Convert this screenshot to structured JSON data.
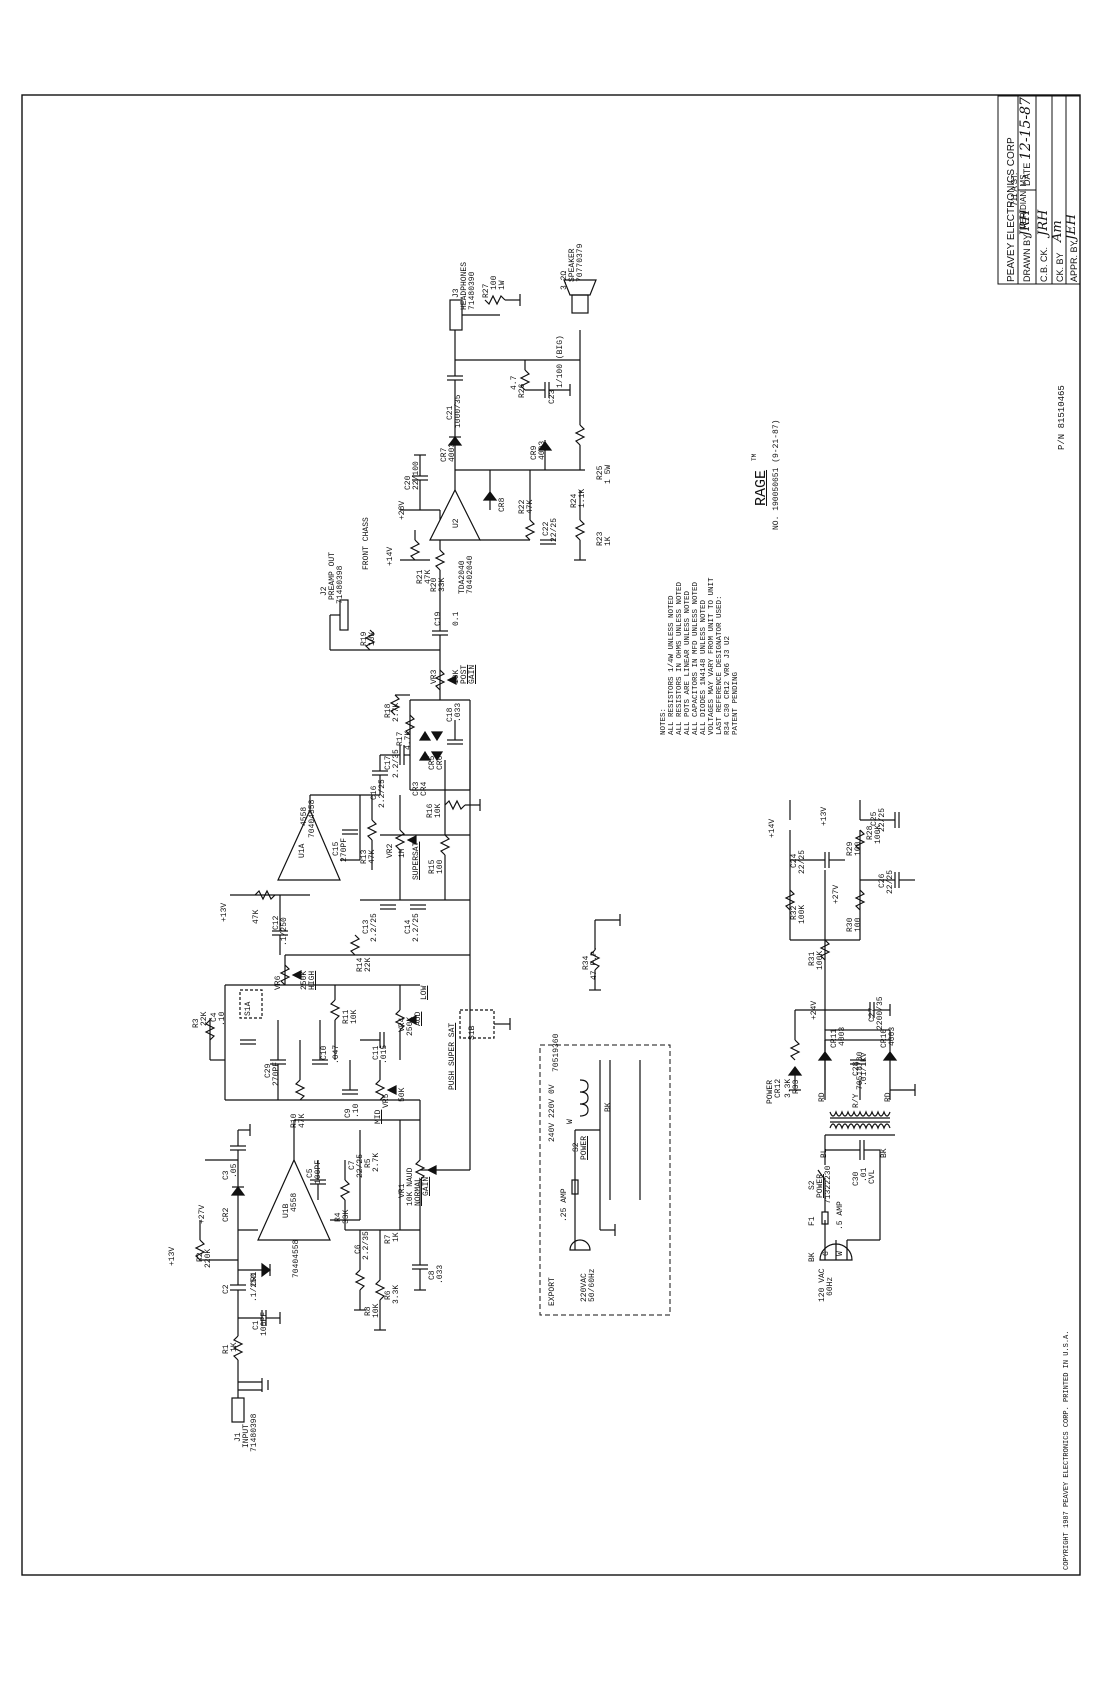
{
  "title_block": {
    "company": "PEAVEY ELECTRONICS CORP",
    "address1": "711 A ST.",
    "address2": "MERIDIAN, MS",
    "drawn_by_label": "DRAWN BY",
    "drawn_by": "JRH",
    "date_label": "DATE",
    "date": "12-15-87",
    "cb_ck_label": "C.B. CK.",
    "cb_ck": "JRH",
    "ck_by_label": "CK. BY",
    "ck_by": "Am",
    "appr_by_label": "APPR. BY",
    "appr_by": "JEH"
  },
  "pn": "P/N 81510465",
  "product": {
    "name": "RAGE",
    "tm": "TM",
    "sub": "NO. 190050651  (9-21-87)"
  },
  "copyright": "COPYRIGHT 1987 PEAVEY ELECTRONICS CORP. PRINTED IN U.S.A.",
  "notes": [
    "NOTES:",
    "ALL RESISTORS 1/4W UNLESS NOTED",
    "ALL RESISTORS IN OHMS UNLESS NOTED",
    "ALL POTS ARE LINEAR UNLESS NOTED",
    "ALL CAPACITORS IN MFD UNLESS NOTED",
    "ALL DIODES 1N4148 UNLESS NOTED",
    "VOLTAGES MAY VARY FROM UNIT TO UNIT",
    "LAST REFERENCE DESIGNATOR USED:",
    "R34  C30  CR12  VR6  J3  U2",
    "PATENT PENDING"
  ],
  "labels": {
    "j1": "J1",
    "j1_name": "INPUT",
    "j1_pn": "71480398",
    "r1": "R1",
    "r1_val": "1K",
    "c1": "C1",
    "c1_val": "100PF",
    "c2": "C2",
    "c2_val": ".1/250",
    "cr1": "CR1",
    "r2": "R2",
    "r2_val": "220K",
    "p13v_a": "+13V",
    "c3": "C3",
    "c3_val": ".05",
    "p27v_a": "+27V",
    "cr2": "CR2",
    "u1b": "U1B",
    "u1b_pn": "4558",
    "u1_pn": "70404558",
    "c5": "C5",
    "c5_val": "100PF",
    "r4": "R4",
    "r4_val": "33K",
    "c6": "C6",
    "c6_val": "2.2/35",
    "c7": "C7",
    "c7_val": "22/25",
    "r5": "R5",
    "r5_val": "2.7K",
    "r6": "R6",
    "r6_val": "3.3K",
    "r7": "R7",
    "r7_val": "1K",
    "vr1": "VR1",
    "vr1_val": "10K NAUD",
    "vr1_name": "NORMAL",
    "vr1_name2": "GAIN",
    "r8": "R8",
    "r8_val": "10K",
    "c8": "C8",
    "c8_val": ".033",
    "r3": "R3",
    "r3_val": "22K",
    "c4": "C4",
    "c4_val": ".10",
    "s1a": "S1A",
    "c29": "C29",
    "c29_val": "270PF",
    "r10": "R10",
    "r10_val": "47K",
    "c10": "C10",
    "c10_val": ".047",
    "c9": "C9",
    "c9_val": ".10",
    "vr5": "VR5",
    "vr5_val": "50K",
    "vr5_name": "MID",
    "vr6": "VR6",
    "vr6_val": "250K",
    "vr6_name": "HIGH",
    "r11": "R11",
    "r11_val": "10K",
    "c11": "C11",
    "c11_val": ".015",
    "vr4": "VR4",
    "vr4_val": "250K",
    "vr4_name": "AUD",
    "vr4_low": "LOW",
    "switch_name": "PUSH SUPER SAT",
    "s1b": "S1B",
    "r14": "R14",
    "r14_val": "22K",
    "c12": "C12",
    "c12_val": ".1/250",
    "r12": "47K",
    "p13v_b": "+13V",
    "u1a": "U1A",
    "u1a_pn": "4558",
    "u1a_pn2": "70404558",
    "c15": "C15",
    "c15_val": "270PF",
    "r13": "R13",
    "r13_val": "47K",
    "vr2": "VR2",
    "vr2_val": "1M",
    "vr2_name": "SUPERSAT",
    "c13": "C13",
    "c13_val": "2.2/25",
    "c14": "C14",
    "c14_val": "2.2/25",
    "r15": "R15",
    "r15_val": "100",
    "c16": "C16",
    "c16_val": "2.2/25",
    "r16": "R16",
    "r16_val": "10K",
    "c17": "C17",
    "c17_val": "2.2/35",
    "r17": "R17",
    "r17_val": "4.7K",
    "r18": "R18",
    "r18_val": "2.7K",
    "cr3": "CR3",
    "cr4": "CR4",
    "cr5": "CR5",
    "cr6": "CR6",
    "c18": "C18",
    "c18_val": ".033",
    "vr3": "VR3",
    "vr3_val": "10K",
    "vr3_name": "POST",
    "vr3_name2": "GAIN",
    "r19": "R19",
    "r19_val": "10K",
    "c19": "C19",
    "c19_val": "0.1",
    "j2": "J2",
    "j2_name": "PREAMP OUT",
    "j2_pn": "71480398",
    "front_chass": "FRONT CHASS",
    "r20": "R20",
    "r20_val": "33K",
    "r21": "R21",
    "r21_val": "47K",
    "p14v_a": "+14V",
    "u2": "U2",
    "u2_name": "TDA2040",
    "u2_pn": "70402040",
    "p28v": "+28V",
    "c20": "C20",
    "c20_val": "22/100",
    "cr7": "CR7",
    "cr7_val": "4003",
    "cr8": "CR8",
    "c21": "C21",
    "c21_val": "1000/35",
    "cr9": "CR9",
    "cr9_val": "4003",
    "r22": "R22",
    "r22_val": "47K",
    "c22": "C22",
    "c22_val": "22/25",
    "r24": "R24",
    "r24_val": "1.1K",
    "r23": "R23",
    "r23_val": "1K",
    "r25": "R25",
    "r25_val": "1 5W",
    "r26": "R26",
    "r26_val": "4.7",
    "c23": "C23",
    "c23_val": "1/100 (BIG)",
    "j3": "J3",
    "j3_name": "HEADPHONES",
    "j3_pn": "71480390",
    "r27": "R27",
    "r27_val": "100",
    "r27_val2": "1W",
    "speaker_ohm": "3.2Ω",
    "speaker": "SPEAKER",
    "speaker_pn": "70770379",
    "r34": "R34",
    "r34_val": "47 F.P.",
    "export_xfmr_pn": "70519360",
    "export_taps": "240V  220V  0V",
    "export_w": "W",
    "export_bk": "BK",
    "export_s2": "S2",
    "export_power": "POWER",
    "export_fuse": ".25 AMP",
    "export": "EXPORT",
    "export_vac": "220VAC",
    "export_hz": "50/60Hz",
    "main_xfmr_pn": "70518780",
    "vac120": "120 VAC",
    "hz60": "60Hz",
    "f1": "F1",
    "f1_val": ".5 AMP",
    "s2": "S2",
    "s2_name": "POWER",
    "s2_pn": "71322230",
    "c30": "C30",
    "c30_val": ".01",
    "c30_val2": "CVL",
    "bl": "BL",
    "bk": "BK",
    "rd": "RD",
    "ry": "R/Y",
    "rd2": "RD",
    "g": "G",
    "w": "W",
    "bk2": "BK",
    "cr11": "CR11",
    "cr11_val": "4003",
    "cr10": "CR10",
    "cr10_val": "4003",
    "c28": "C28",
    "c28_val": ".01/1KV",
    "cr12": "CR12",
    "cr12_name": "POWER",
    "r33": "R33",
    "r33_val": "3.3K",
    "p24v": "+24V",
    "c27": "C27",
    "c27_val": "2200/35",
    "r31": "R31",
    "r31_val": "100K",
    "r30": "R30",
    "r30_val": "100",
    "r32": "R32",
    "r32_val": "100K",
    "p27v_b": "+27V",
    "c26": "C26",
    "c26_val": "22/25",
    "c24": "C24",
    "c24_val": "22/25",
    "p14v_b": "+14V",
    "r29": "R29",
    "r29_val": "100",
    "r28": "R28",
    "r28_val": "100K",
    "p13v_c": "+13V",
    "c25": "C25",
    "c25_val": "22/25"
  }
}
